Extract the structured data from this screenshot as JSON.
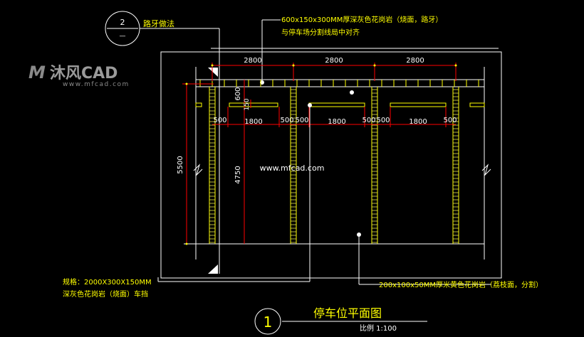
{
  "title": "停车位平面图",
  "scale": "比例 1:100",
  "drawing_no": "1",
  "detail_ref": {
    "number": "2",
    "sheet": "—",
    "label": "路牙做法"
  },
  "watermark": {
    "brand": "沐风CAD",
    "url": "www.mfcad.com",
    "center_url": "www.mfcad.com"
  },
  "notes": {
    "top_line1": "600x150x300MM厚深灰色花岗岩（烧面，路牙）",
    "top_line2": "与停车场分割线局中对齐",
    "left_line1": "规格：2000X300X150MM",
    "left_line2": "深灰色花岗岩（烧面）车挡",
    "right_line1": "200x100x50MM厚米黄色花岗岩（荔枝面，分割）"
  },
  "dimensions": {
    "bay_widths": [
      "2800",
      "2800",
      "2800"
    ],
    "curb_depth": "600",
    "stop_depth": "150",
    "stop_len": [
      "1800",
      "1800",
      "1800"
    ],
    "stop_gap_left": [
      "500",
      "500",
      "500"
    ],
    "stop_gap_right": [
      "500",
      "500",
      "500"
    ],
    "total_depth": "5500",
    "bay_depth": "4750"
  },
  "colors": {
    "background": "#000000",
    "line": "#ffffff",
    "dimension": "#ff0000",
    "yellow": "#ffff00",
    "paving": "#e8e84a"
  }
}
